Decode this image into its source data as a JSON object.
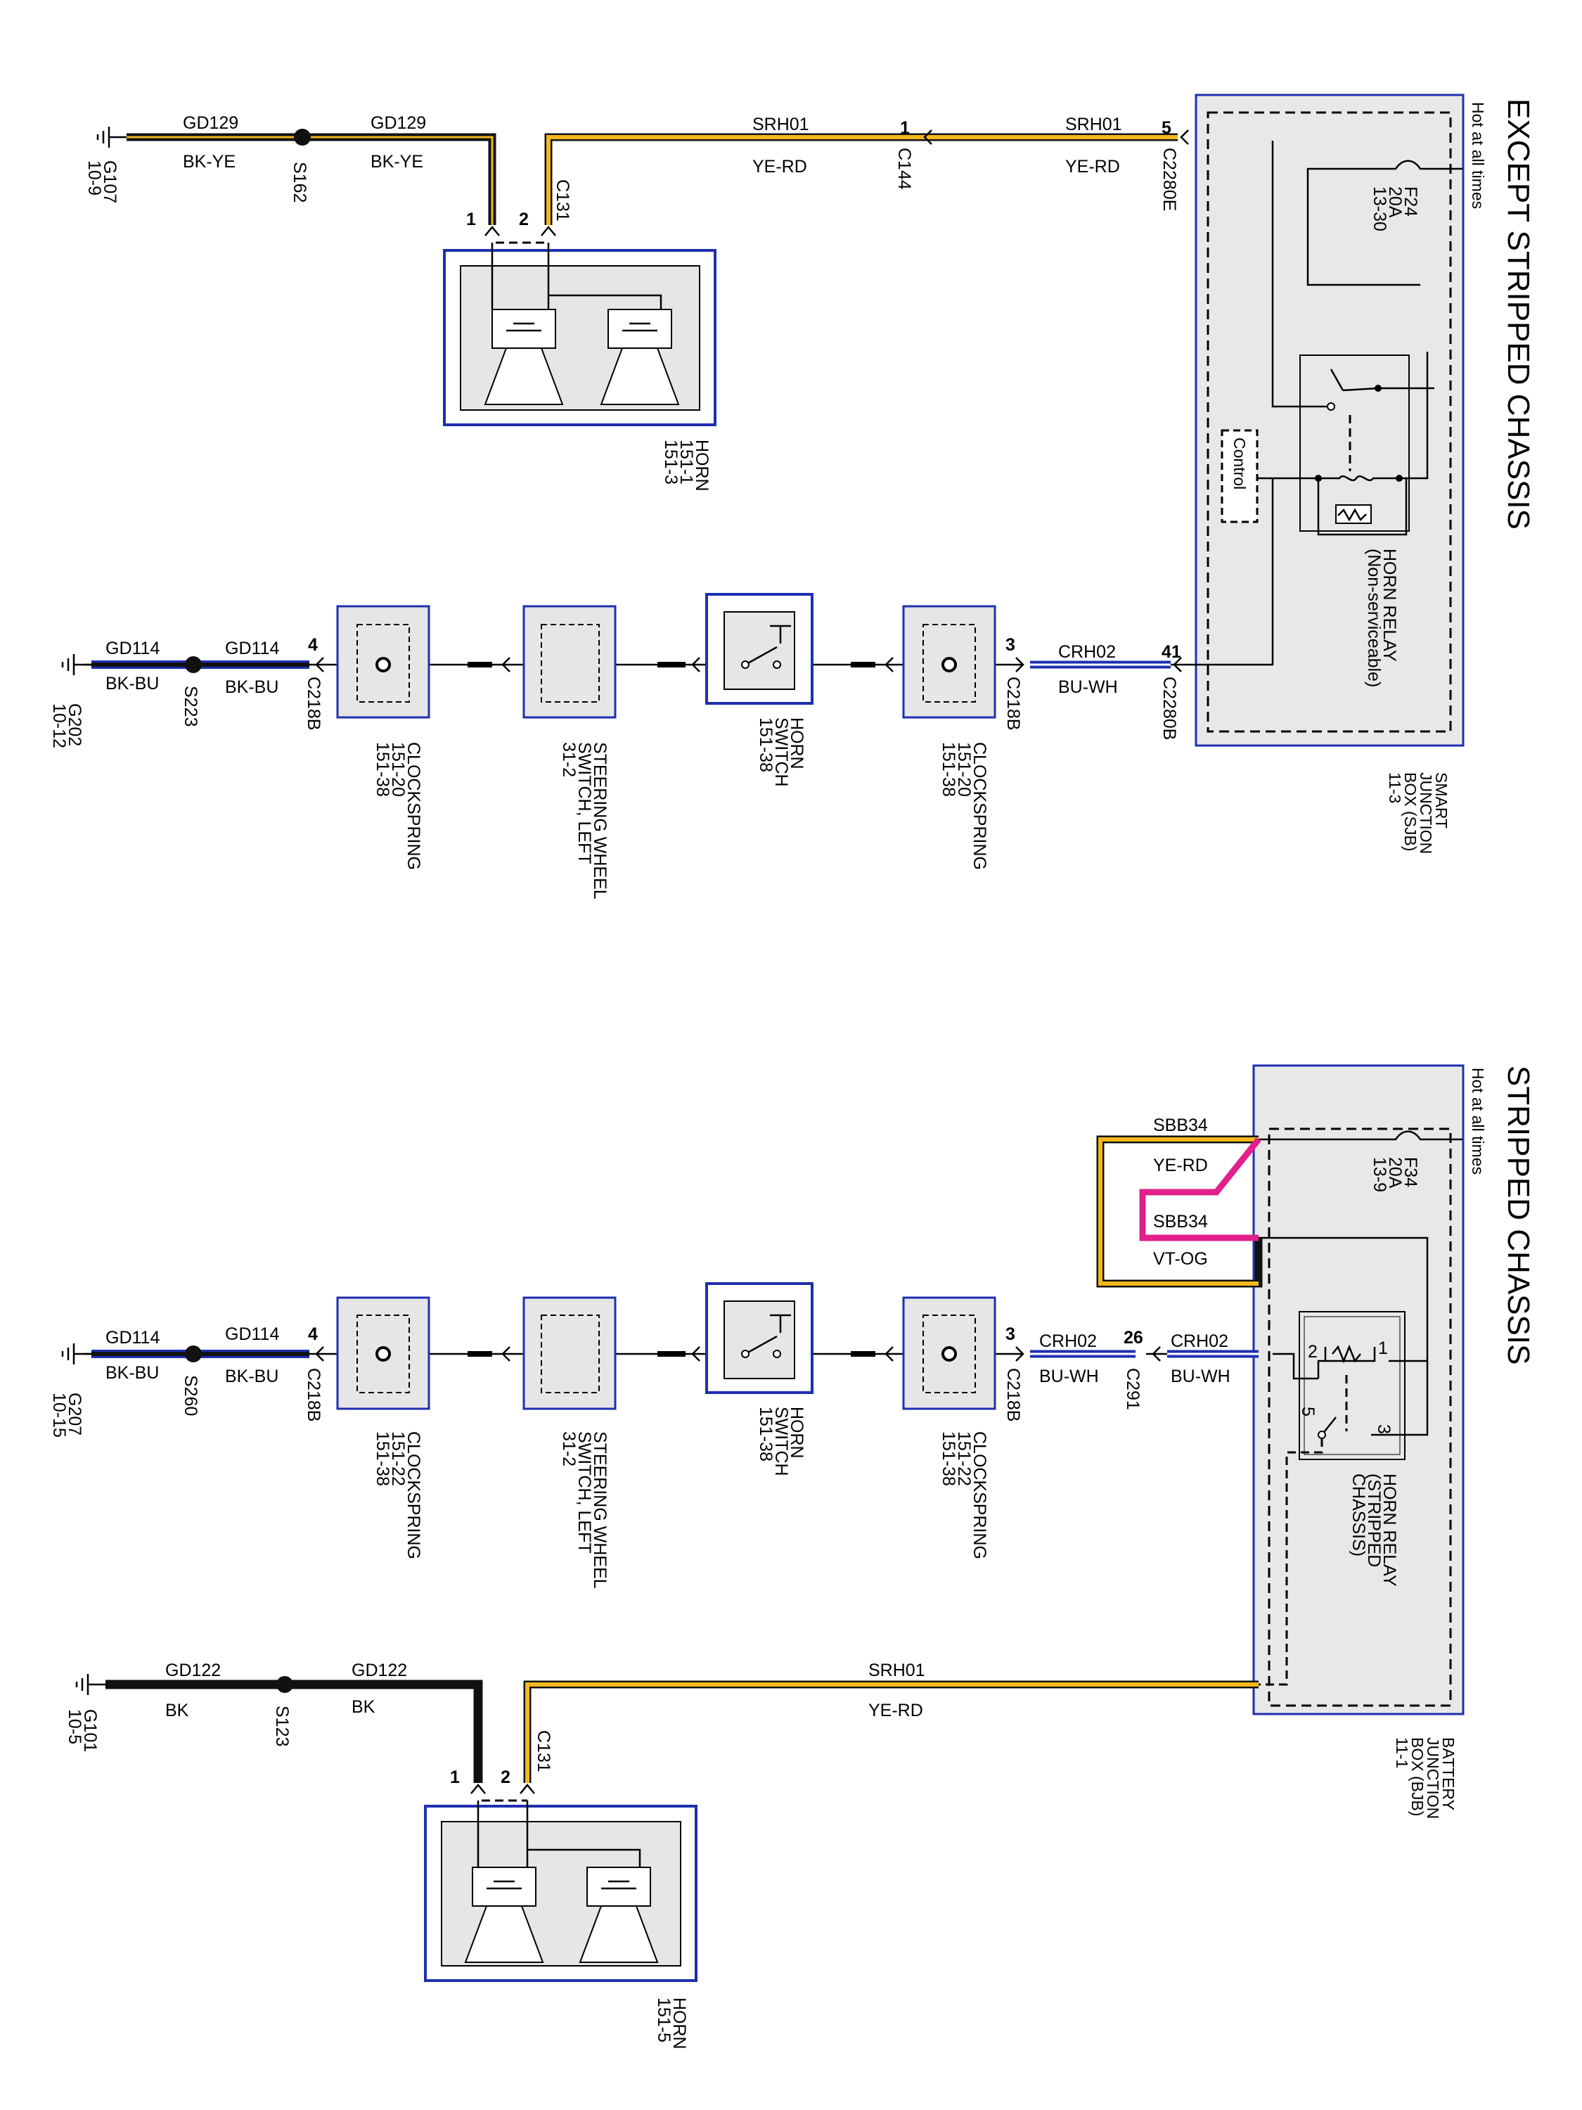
{
  "section_top": {
    "title": "EXCEPT STRIPPED CHASSIS",
    "hot": "Hot at all times",
    "horn": {
      "name": "HORN",
      "ref1": "151-1",
      "ref2": "151-3"
    },
    "horn_wires": {
      "ground_a": {
        "circuit": "GD129",
        "color": "BK-YE"
      },
      "ground_b": {
        "circuit": "GD129",
        "color": "BK-YE"
      },
      "feed_a": {
        "circuit": "SRH01",
        "color": "YE-RD"
      },
      "feed_b": {
        "circuit": "SRH01",
        "color": "YE-RD"
      }
    },
    "splice": "S162",
    "ground": {
      "name": "G107",
      "ref": "10-9"
    },
    "conn_horn": "C131",
    "conn_mid": "C144",
    "conn_sjb": "C2280E",
    "pins": {
      "p1": "1",
      "p2": "2",
      "c144": "1",
      "c2280e": "5",
      "c2280b": "41",
      "c218b_a": "3",
      "c218b_b": "4"
    },
    "fuse": {
      "name": "F24",
      "rating": "20A",
      "ref": "13-30"
    },
    "relay": {
      "l1": "HORN RELAY",
      "l2": "(Non-serviceable)"
    },
    "control": "Control",
    "sjb": {
      "l1": "SMART",
      "l2": "JUNCTION",
      "l3": "BOX (SJB)",
      "l4": "11-3"
    },
    "switch_wires": {
      "crh": {
        "circuit": "CRH02",
        "color": "BU-WH"
      },
      "gd_a": {
        "circuit": "GD114",
        "color": "BK-BU"
      },
      "gd_b": {
        "circuit": "GD114",
        "color": "BK-BU"
      }
    },
    "conn_c2280b": "C2280B",
    "conn_c218b": "C218B",
    "splice2": "S223",
    "ground2": {
      "name": "G202",
      "ref": "10-12"
    },
    "clock1": {
      "name": "CLOCKSPRING",
      "r1": "151-20",
      "r2": "151-38"
    },
    "clock2": {
      "name": "CLOCKSPRING",
      "r1": "151-20",
      "r2": "151-38"
    },
    "switch": {
      "l1": "HORN",
      "l2": "SWITCH",
      "l3": "151-38"
    },
    "steer": {
      "l1": "STEERING WHEEL",
      "l2": "SWITCH, LEFT",
      "l3": "31-2"
    }
  },
  "section_bottom": {
    "title": "STRIPPED CHASSIS",
    "hot": "Hot at all times",
    "fuse": {
      "name": "F34",
      "rating": "20A",
      "ref": "13-9"
    },
    "relay": {
      "l1": "HORN RELAY",
      "l2": "(STRIPPED",
      "l3": "CHASSIS)",
      "pin1": "1",
      "pin2": "2",
      "pin3": "3",
      "pin5": "5"
    },
    "bjb": {
      "l1": "BATTERY",
      "l2": "JUNCTION",
      "l3": "BOX (BJB)",
      "l4": "11-1"
    },
    "sbb_a": {
      "circuit": "SBB34",
      "color": "YE-RD"
    },
    "sbb_b": {
      "circuit": "SBB34",
      "color": "VT-OG"
    },
    "crh_a": {
      "circuit": "CRH02",
      "color": "BU-WH"
    },
    "crh_b": {
      "circuit": "CRH02",
      "color": "BU-WH"
    },
    "conn_c291": "C291",
    "pin_c291": "26",
    "conn_c218b": "C218B",
    "pins": {
      "c218b_a": "3",
      "c218b_b": "4",
      "p1": "1",
      "p2": "2"
    },
    "gd_a": {
      "circuit": "GD114",
      "color": "BK-BU"
    },
    "gd_b": {
      "circuit": "GD114",
      "color": "BK-BU"
    },
    "splice": "S260",
    "ground": {
      "name": "G207",
      "ref": "10-15"
    },
    "clock1": {
      "name": "CLOCKSPRING",
      "r1": "151-22",
      "r2": "151-38"
    },
    "clock2": {
      "name": "CLOCKSPRING",
      "r1": "151-22",
      "r2": "151-38"
    },
    "switch": {
      "l1": "HORN",
      "l2": "SWITCH",
      "l3": "151-38"
    },
    "steer": {
      "l1": "STEERING WHEEL",
      "l2": "SWITCH, LEFT",
      "l3": "31-2"
    },
    "srh": {
      "circuit": "SRH01",
      "color": "YE-RD"
    },
    "gd122_a": {
      "circuit": "GD122",
      "color": "BK"
    },
    "gd122_b": {
      "circuit": "GD122",
      "color": "BK"
    },
    "splice2": "S123",
    "ground2": {
      "name": "G101",
      "ref": "10-5"
    },
    "conn_horn": "C131",
    "horn": {
      "name": "HORN",
      "ref": "151-5"
    }
  },
  "colors": {
    "yellow": "#f2b81c",
    "black": "#111111",
    "blue": "#1f2fb0",
    "magenta": "#e0208c"
  }
}
